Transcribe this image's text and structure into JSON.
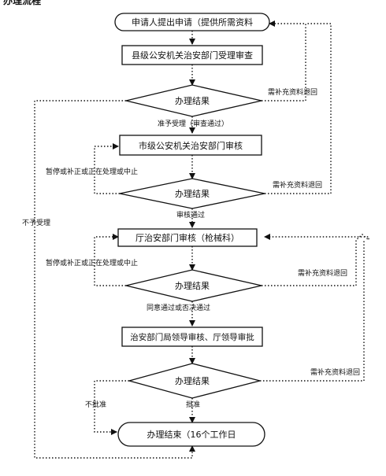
{
  "header_partial": "办理流程",
  "nodes": {
    "start": "申请人提出申请（提供所需资料",
    "county_review": "县级公安机关治安部门受理审查",
    "decision1": "办理结果",
    "city_review": "市级公安机关治安部门审核",
    "decision2": "办理结果",
    "dept_review": "厅治安部门审核（枪械科）",
    "decision3": "办理结果",
    "leader_approval": "治安部门局领导审核、厅领导审批",
    "decision4": "办理结果",
    "end": "办理结束（16个工作日"
  },
  "edges": {
    "supplement1": "需补充资料退回",
    "accept": "准予受理（审查通过）",
    "suspend1": "暂停或补正或正在处理或中止",
    "supplement2": "需补充资料退回",
    "review_pass": "审核通过",
    "reject": "不予受理",
    "suspend2": "暂停或补正或正在处理或中止",
    "supplement3": "需补充资料退回",
    "agree": "同意通过或否决通过",
    "supplement4": "需补充资料退回",
    "not_approved": "不批准",
    "approved": "批准"
  }
}
